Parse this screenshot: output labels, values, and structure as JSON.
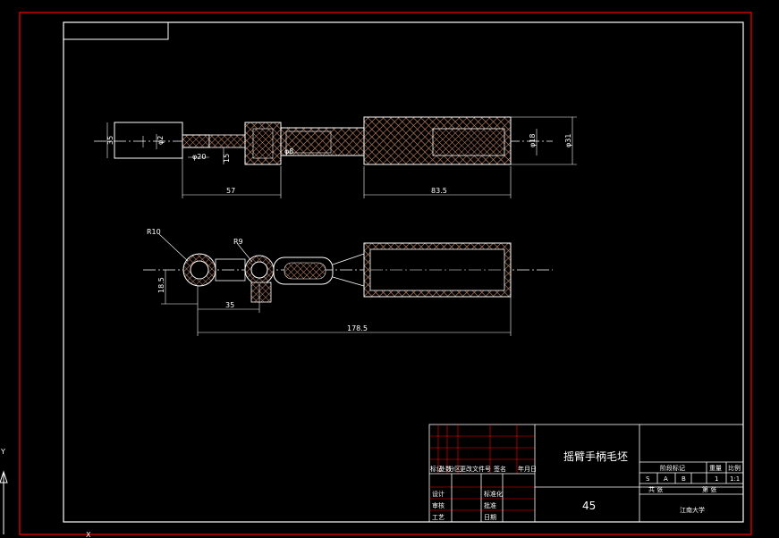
{
  "drawing": {
    "frame_color": "#ff0000",
    "line_color": "#ffffff",
    "hatch_color": "#cc8866",
    "background": "#000000"
  },
  "front_view": {
    "dims": {
      "d_left": "35",
      "d_small": "φ2",
      "d_inner": "φ20",
      "d_step": "15",
      "d_hole": "φ8",
      "d_right_inner": "φ18",
      "d_right_outer": "φ31",
      "len_left": "57",
      "len_right": "83.5"
    }
  },
  "top_view": {
    "dims": {
      "r_big": "R10",
      "r_small": "R9",
      "height": "18.5",
      "len_35": "35",
      "len_total": "178.5"
    }
  },
  "title_block": {
    "title": "摇臂手柄毛坯",
    "material": "45",
    "school": "江南大学",
    "rev_headers": [
      "标记",
      "处数",
      "分区",
      "更改文件号",
      "签名",
      "年月日"
    ],
    "roles_left": [
      "设计",
      "审核",
      "工艺"
    ],
    "roles_mid": [
      "标准化",
      "批准",
      "日期"
    ],
    "stage_label": "阶段标记",
    "weight_label": "重量",
    "scale_label": "比例",
    "stage_marks": [
      "S",
      "A",
      "B"
    ],
    "weight_value": "1",
    "scale_value": "1:1",
    "sheet_info": [
      "共 张",
      "第 张"
    ]
  },
  "ucs": {
    "y_label": "Y",
    "x_label": "X"
  }
}
